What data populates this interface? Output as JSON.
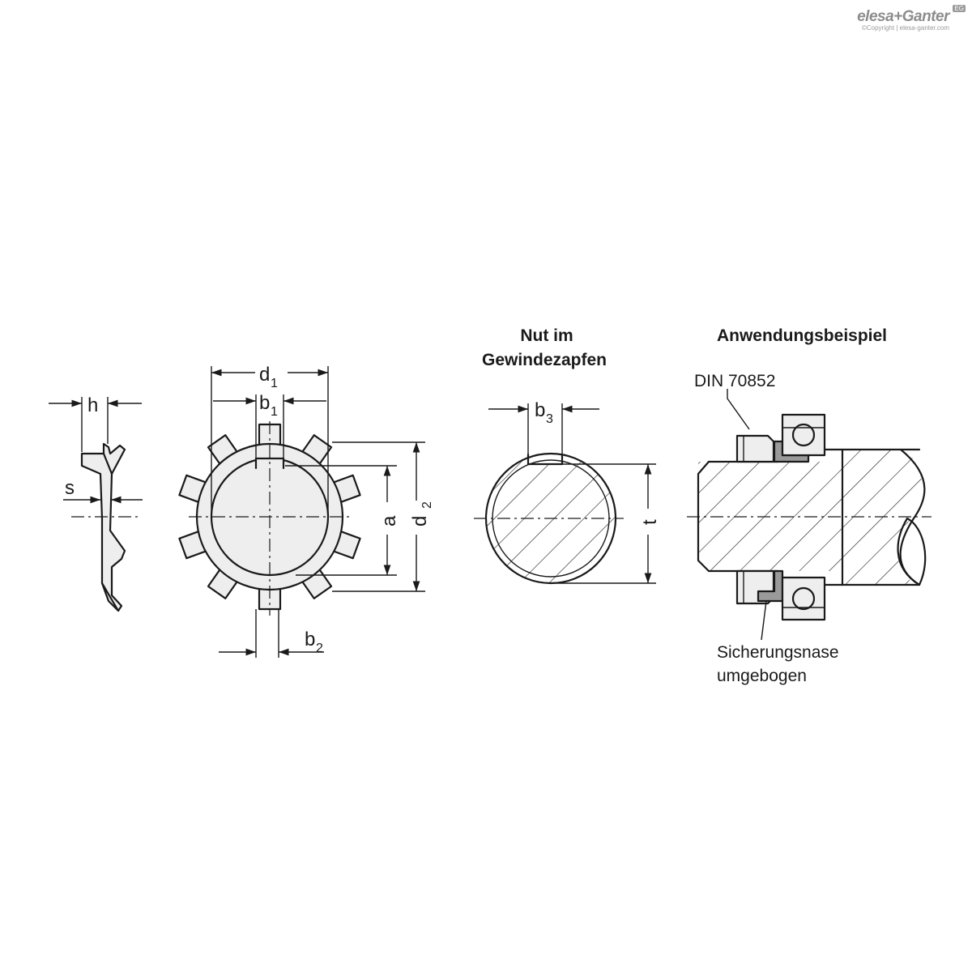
{
  "brand": {
    "logo_text": "elesa+Ganter",
    "badge": "EG",
    "copyright": "©Copyright | elesa-ganter.com"
  },
  "side_view": {
    "label_h": "h",
    "label_s": "s"
  },
  "front_view": {
    "label_d": "d",
    "label_d_sub": "1",
    "label_b1": "b",
    "label_b1_sub": "1",
    "label_b2": "b",
    "label_b2_sub": "2",
    "label_a": "a",
    "label_d2": "d",
    "label_d2_sub": "2"
  },
  "groove_view": {
    "title_line1": "Nut im",
    "title_line2": "Gewindezapfen",
    "label_b3": "b",
    "label_b3_sub": "3",
    "label_t": "t"
  },
  "application": {
    "title": "Anwendungsbeispiel",
    "din_label": "DIN 70852",
    "note_line1": "Sicherungsnase",
    "note_line2": "umgebogen"
  }
}
